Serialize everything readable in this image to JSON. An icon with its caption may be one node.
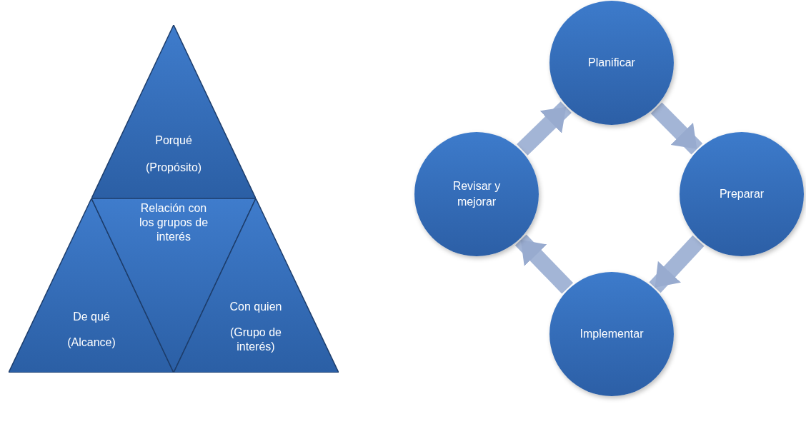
{
  "diagram": {
    "nodes": [
      {
        "text": [
          "Porqué",
          "(Propósito)"
        ]
      },
      {
        "text": [
          "De qué",
          "(Alcance)"
        ]
      },
      {
        "text": [
          "Relación con los grupos de interés"
        ]
      },
      {
        "text": [
          "Con quien",
          "(Grupo de interés)"
        ]
      },
      {
        "text": [
          "Planificar"
        ]
      },
      {
        "text": [
          "Preparar"
        ]
      },
      {
        "text": [
          "Implementar"
        ]
      },
      {
        "text": [
          "Revisar y mejorar"
        ]
      }
    ],
    "edges": [
      {
        "from": 4,
        "to": 5,
        "arrow": "to"
      },
      {
        "from": 5,
        "to": 6,
        "arrow": "to"
      },
      {
        "from": 6,
        "to": 7,
        "arrow": "to"
      },
      {
        "from": 7,
        "to": 4,
        "arrow": "to"
      }
    ]
  }
}
